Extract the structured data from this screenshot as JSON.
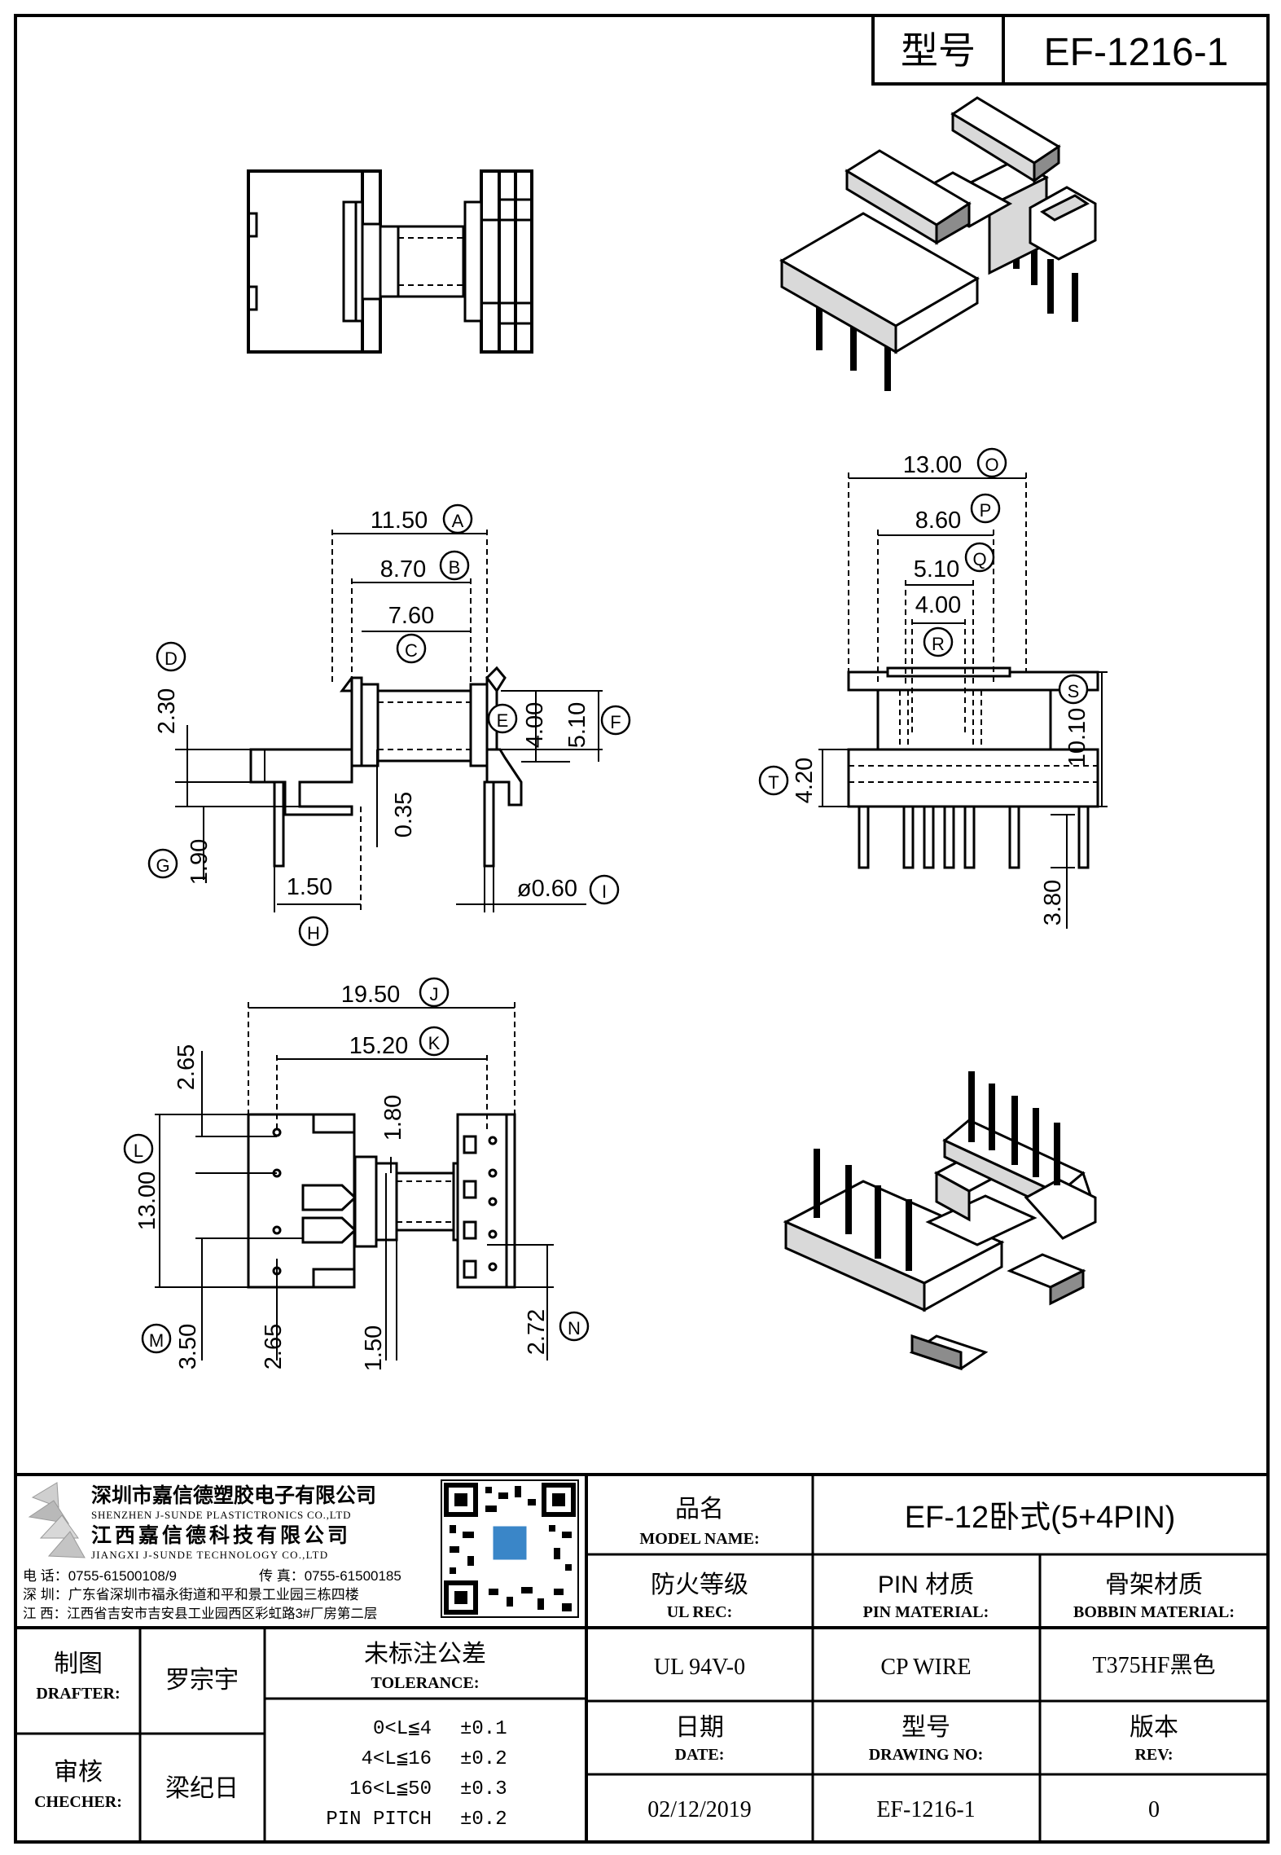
{
  "header": {
    "model_label": "型号",
    "model_value": "EF-1216-1"
  },
  "dimensions": {
    "A": {
      "value": "11.50",
      "tag": "A"
    },
    "B": {
      "value": "8.70",
      "tag": "B"
    },
    "C": {
      "value": "7.60",
      "tag": "C"
    },
    "D": {
      "value": "2.30",
      "tag": "D"
    },
    "E": {
      "value": "4.00",
      "tag": "E"
    },
    "F": {
      "value": "5.10",
      "tag": "F"
    },
    "G": {
      "value": "1.90",
      "tag": "G"
    },
    "H": {
      "value": "1.50",
      "tag": "H"
    },
    "I": {
      "value": "ø0.60",
      "tag": "I"
    },
    "small": {
      "value": "0.35"
    },
    "J": {
      "value": "19.50",
      "tag": "J"
    },
    "K": {
      "value": "15.20",
      "tag": "K"
    },
    "L": {
      "value": "13.00",
      "tag": "L"
    },
    "M": {
      "value": "3.50",
      "tag": "M"
    },
    "N": {
      "value": "2.72",
      "tag": "N"
    },
    "top_265": {
      "value": "2.65"
    },
    "mid_180": {
      "value": "1.80"
    },
    "bot_265": {
      "value": "2.65"
    },
    "bot_150": {
      "value": "1.50"
    },
    "O": {
      "value": "13.00",
      "tag": "O"
    },
    "P": {
      "value": "8.60",
      "tag": "P"
    },
    "Q": {
      "value": "5.10",
      "tag": "Q"
    },
    "R": {
      "value": "4.00",
      "tag": "R"
    },
    "S": {
      "value": "10.10",
      "tag": "S"
    },
    "T": {
      "value": "4.20",
      "tag": "T"
    },
    "pin_380": {
      "value": "3.80"
    }
  },
  "company": {
    "name_cn_1": "深圳市嘉信德塑胶电子有限公司",
    "name_en_1": "SHENZHEN J-SUNDE PLASTICTRONICS CO.,LTD",
    "name_cn_2": "江西嘉信德科技有限公司",
    "name_en_2": "JIANGXI J-SUNDE TECHNOLOGY CO.,LTD",
    "phone": "电 话：0755-61500108/9",
    "fax": "传 真：0755-61500185",
    "addr_sz": "深 圳：广东省深圳市福永街道和平和景工业园三栋四楼",
    "addr_jx": "江 西：江西省吉安市吉安县工业园西区彩虹路3#厂房第二层"
  },
  "title_block": {
    "model_name_cn": "品名",
    "model_name_en": "MODEL NAME:",
    "model_name_value": "EF-12卧式(5+4PIN)",
    "ul_cn": "防火等级",
    "ul_en": "UL REC:",
    "ul_value": "UL 94V-0",
    "pin_cn": "PIN 材质",
    "pin_en": "PIN MATERIAL:",
    "pin_value": "CP WIRE",
    "bobbin_cn": "骨架材质",
    "bobbin_en": "BOBBIN MATERIAL:",
    "bobbin_value": "T375HF黑色",
    "drafter_cn": "制图",
    "drafter_en": "DRAFTER:",
    "drafter_value": "罗宗宇",
    "checker_cn": "审核",
    "checker_en": "CHECHER:",
    "checker_value": "梁纪日",
    "tolerance_cn": "未标注公差",
    "tolerance_en": "TOLERANCE:",
    "tolerances": [
      {
        "range": "0<L≦4",
        "value": "±0.1"
      },
      {
        "range": "4<L≦16",
        "value": "±0.2"
      },
      {
        "range": "16<L≦50",
        "value": "±0.3"
      },
      {
        "range": "PIN PITCH",
        "value": "±0.2"
      }
    ],
    "date_cn": "日期",
    "date_en": "DATE:",
    "date_value": "02/12/2019",
    "drawing_cn": "型号",
    "drawing_en": "DRAWING NO:",
    "drawing_value": "EF-1216-1",
    "rev_cn": "版本",
    "rev_en": "REV:",
    "rev_value": "0"
  }
}
